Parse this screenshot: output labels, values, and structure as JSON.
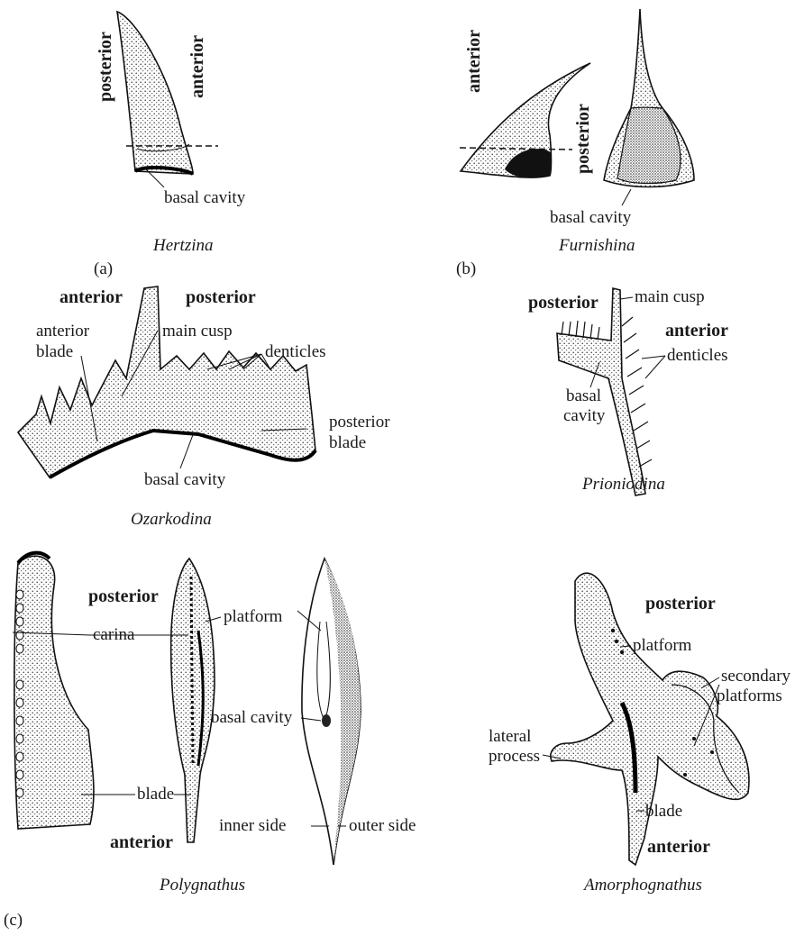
{
  "panel_a": {
    "letter": "(a)",
    "taxon": "Hertzina",
    "labels": {
      "posterior": "posterior",
      "anterior": "anterior",
      "basal_cavity": "basal cavity"
    }
  },
  "panel_b": {
    "letter": "(b)",
    "taxon": "Furnishina",
    "labels": {
      "anterior": "anterior",
      "posterior": "posterior",
      "basal_cavity": "basal cavity"
    }
  },
  "ozarkodina": {
    "taxon": "Ozarkodina",
    "labels": {
      "anterior": "anterior",
      "posterior": "posterior",
      "anterior_blade_1": "anterior",
      "anterior_blade_2": "blade",
      "main_cusp": "main cusp",
      "denticles": "denticles",
      "posterior_blade_1": "posterior",
      "posterior_blade_2": "blade",
      "basal_cavity": "basal cavity"
    }
  },
  "prioniodina": {
    "taxon": "Prioniodina",
    "labels": {
      "posterior": "posterior",
      "main_cusp": "main cusp",
      "anterior": "anterior",
      "denticles": "denticles",
      "basal_1": "basal",
      "basal_2": "cavity"
    }
  },
  "panel_c": {
    "letter": "(c)",
    "polygnathus": {
      "taxon": "Polygnathus",
      "labels": {
        "posterior": "posterior",
        "carina": "carina",
        "platform": "platform",
        "basal_cavity": "basal cavity",
        "blade": "blade",
        "inner_side": "inner side",
        "outer_side": "outer side",
        "anterior": "anterior"
      }
    },
    "amorphognathus": {
      "taxon": "Amorphognathus",
      "labels": {
        "posterior": "posterior",
        "platform": "platform",
        "secondary_platforms_1": "secondary",
        "secondary_platforms_2": "platforms",
        "lateral_process_1": "lateral",
        "lateral_process_2": "process",
        "blade": "blade",
        "anterior": "anterior"
      }
    }
  }
}
